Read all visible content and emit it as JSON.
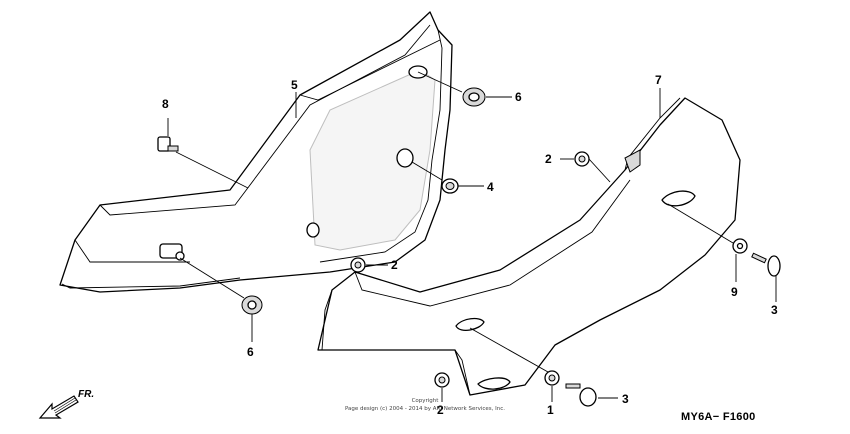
{
  "callouts": {
    "c1": "1",
    "c2a": "2",
    "c2b": "2",
    "c2c": "2",
    "c3a": "3",
    "c3b": "3",
    "c4": "4",
    "c5": "5",
    "c6a": "6",
    "c6b": "6",
    "c7": "7",
    "c8": "8",
    "c9": "9"
  },
  "direction": {
    "label": "FR."
  },
  "diagram_code": "MY6A− F1600",
  "copyright": {
    "line1": "Copyright",
    "line2": "Page design (c) 2004 - 2014 by ARI Network Services, Inc."
  }
}
